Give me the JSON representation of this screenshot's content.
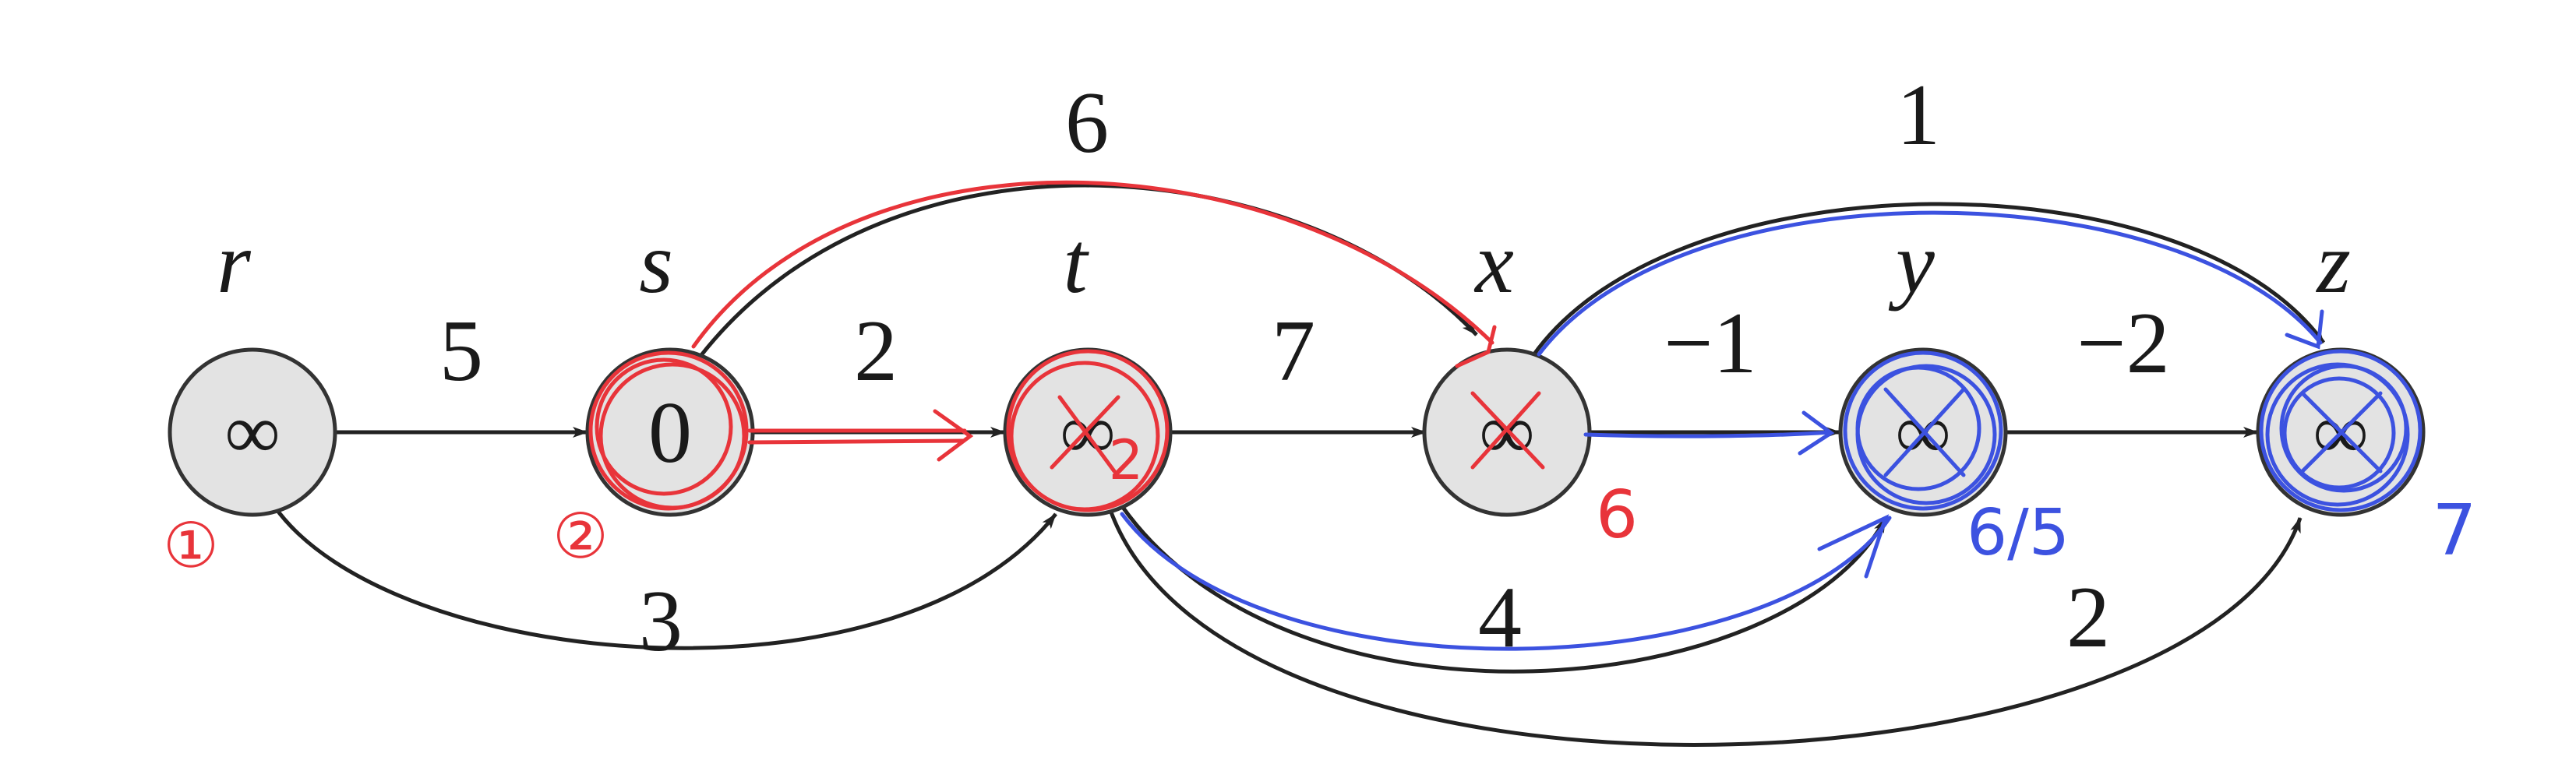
{
  "nodes": [
    {
      "id": "r",
      "name": "r",
      "value": "∞",
      "note": "①"
    },
    {
      "id": "s",
      "name": "s",
      "value": "0",
      "note": "②"
    },
    {
      "id": "t",
      "name": "t",
      "value": "∞",
      "note": "2"
    },
    {
      "id": "x",
      "name": "x",
      "value": "∞",
      "note": "6"
    },
    {
      "id": "y",
      "name": "y",
      "value": "∞",
      "note": "6/5"
    },
    {
      "id": "z",
      "name": "z",
      "value": "∞",
      "note": "7"
    }
  ],
  "edges": [
    {
      "from": "r",
      "to": "s",
      "weight": "5"
    },
    {
      "from": "r",
      "to": "t",
      "weight": "3"
    },
    {
      "from": "s",
      "to": "t",
      "weight": "2"
    },
    {
      "from": "s",
      "to": "x",
      "weight": "6"
    },
    {
      "from": "t",
      "to": "x",
      "weight": "7"
    },
    {
      "from": "t",
      "to": "y",
      "weight": "4"
    },
    {
      "from": "t",
      "to": "z",
      "weight": "2"
    },
    {
      "from": "x",
      "to": "y",
      "weight": "−1"
    },
    {
      "from": "x",
      "to": "z",
      "weight": "1"
    },
    {
      "from": "y",
      "to": "z",
      "weight": "−2"
    }
  ],
  "colors": {
    "edge": "#222222",
    "node_fill": "#e3e3e3",
    "node_stroke": "#333333",
    "red_ink": "#e8343a",
    "blue_ink": "#3c52e0"
  }
}
